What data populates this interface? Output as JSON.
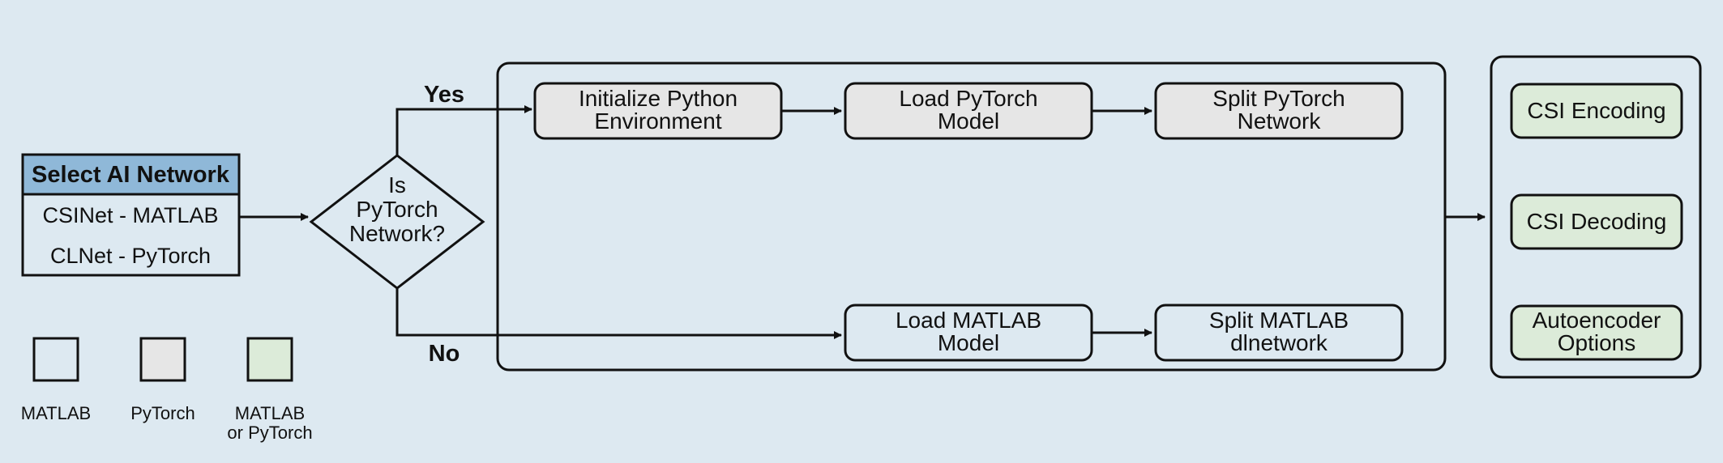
{
  "colors": {
    "background": "#dde9f1",
    "matlab": "#dde9f1",
    "pytorch": "#e6e6e6",
    "either": "#dcebd9",
    "header": "#8fb8d8",
    "stroke": "#111111"
  },
  "selector": {
    "header": "Select AI Network",
    "options": [
      "CSINet - MATLAB",
      "CLNet - PyTorch"
    ]
  },
  "decision": {
    "lines": [
      "Is",
      "PyTorch",
      "Network?"
    ],
    "yes_label": "Yes",
    "no_label": "No"
  },
  "pytorch_path": [
    {
      "lines": [
        "Initialize Python",
        "Environment"
      ],
      "kind": "pytorch"
    },
    {
      "lines": [
        "Load PyTorch",
        "Model"
      ],
      "kind": "pytorch"
    },
    {
      "lines": [
        "Split PyTorch",
        "Network"
      ],
      "kind": "pytorch"
    }
  ],
  "matlab_path": [
    {
      "lines": [
        "Load MATLAB",
        "Model"
      ],
      "kind": "matlab"
    },
    {
      "lines": [
        "Split MATLAB",
        "dlnetwork"
      ],
      "kind": "matlab"
    }
  ],
  "outputs": [
    {
      "lines": [
        "CSI Encoding"
      ],
      "kind": "either"
    },
    {
      "lines": [
        "CSI Decoding"
      ],
      "kind": "either"
    },
    {
      "lines": [
        "Autoencoder",
        "Options"
      ],
      "kind": "either"
    }
  ],
  "legend": [
    {
      "lines": [
        "MATLAB"
      ],
      "kind": "matlab"
    },
    {
      "lines": [
        "PyTorch"
      ],
      "kind": "pytorch"
    },
    {
      "lines": [
        "MATLAB",
        "or PyTorch"
      ],
      "kind": "either"
    }
  ]
}
